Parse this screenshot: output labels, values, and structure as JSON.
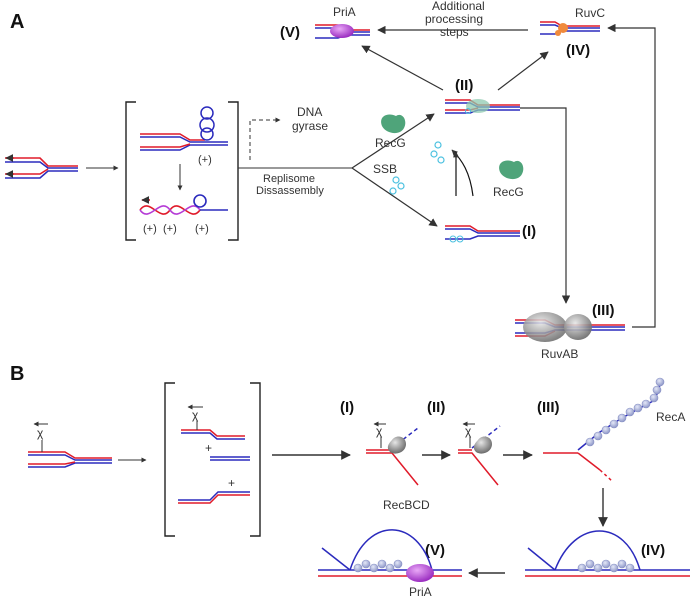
{
  "panel_a": {
    "label": "A",
    "dna_gyrase": [
      "DNA",
      "gyrase"
    ],
    "replisome": [
      "Replisome",
      "Dissassembly"
    ],
    "additional": [
      "Additional",
      "processing",
      "steps"
    ],
    "priA": "PriA",
    "ruvC": "RuvC",
    "recG_left": "RecG",
    "recG_right": "RecG",
    "ssb": "SSB",
    "ruvAB": "RuvAB",
    "plus": "(+)",
    "stages": {
      "I": "(I)",
      "II": "(II)",
      "III": "(III)",
      "IV": "(IV)",
      "V": "(V)"
    }
  },
  "panel_b": {
    "label": "B",
    "chi": "χ",
    "plus": "+",
    "recBCD": "RecBCD",
    "recA": "RecA",
    "priA": "PriA",
    "stages": {
      "I": "(I)",
      "II": "(II)",
      "III": "(III)",
      "IV": "(IV)",
      "V": "(V)"
    }
  },
  "colors": {
    "strand_blue": "#2b2bbd",
    "strand_red": "#e01b2a",
    "priA": "#b53cd6",
    "recG": "#4fa47a",
    "ruvC": "#f08a3c",
    "ssb": "#6ecfe8",
    "recA": "#a9b3dd",
    "arrow": "#333333"
  }
}
